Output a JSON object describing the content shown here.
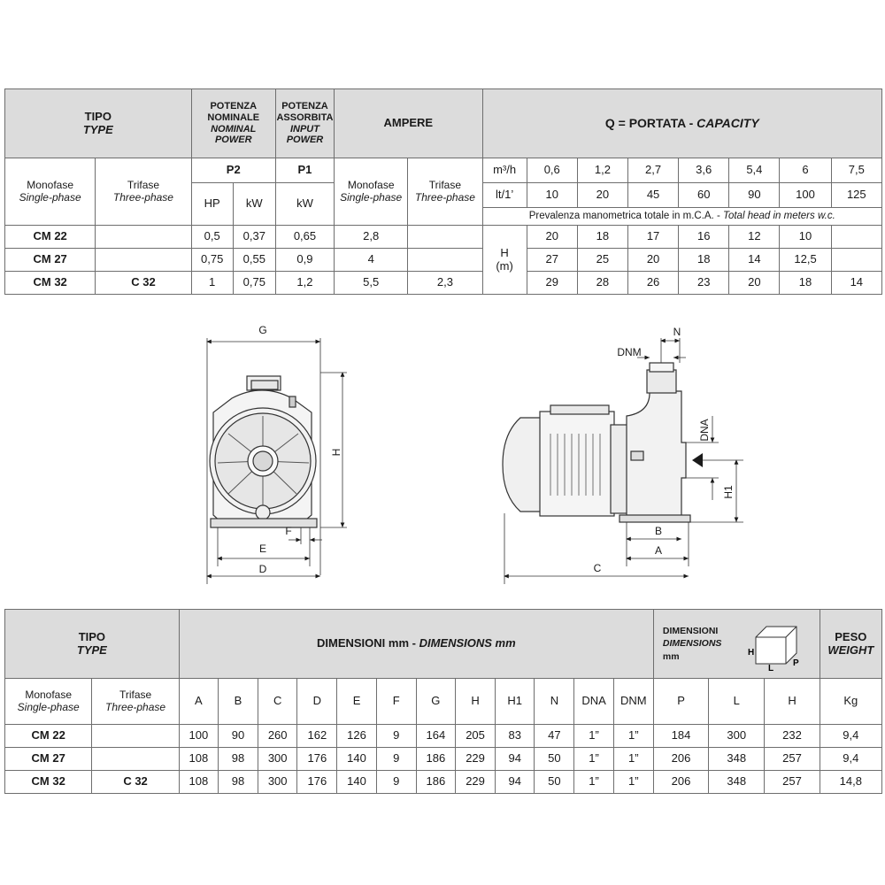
{
  "performance_table": {
    "tipo": "TIPO",
    "type": "TYPE",
    "potenza_nominale_1": "POTENZA",
    "potenza_nominale_2": "NOMINALE",
    "nominal_power": "NOMINAL POWER",
    "potenza_assorbita_1": "POTENZA",
    "potenza_assorbita_2": "ASSORBITA",
    "input_power_1": "INPUT",
    "input_power_2": "POWER",
    "ampere": "AMPERE",
    "capacity_prefix": "Q = PORTATA - ",
    "capacity_it": "CAPACITY",
    "monofase": "Monofase",
    "single_phase": "Single-phase",
    "trifase": "Trifase",
    "three_phase": "Three-phase",
    "p2": "P2",
    "p1": "P1",
    "hp": "HP",
    "kw": "kW",
    "m3h": "m³/h",
    "lt1": "lt/1’",
    "flow_m3h": [
      "0,6",
      "1,2",
      "2,7",
      "3,6",
      "5,4",
      "6",
      "7,5"
    ],
    "flow_lt": [
      "10",
      "20",
      "45",
      "60",
      "90",
      "100",
      "125"
    ],
    "head_note_prefix": "Prevalenza manometrica totale in m.C.A. - ",
    "head_note_it": "Total head in meters w.c.",
    "h_label": "H",
    "h_unit": "(m)",
    "rows": [
      {
        "mono": "CM 22",
        "tri": "",
        "hp": "0,5",
        "kw": "0,37",
        "p1": "0,65",
        "amp_mono": "2,8",
        "amp_tri": "",
        "head": [
          "20",
          "18",
          "17",
          "16",
          "12",
          "10",
          ""
        ]
      },
      {
        "mono": "CM 27",
        "tri": "",
        "hp": "0,75",
        "kw": "0,55",
        "p1": "0,9",
        "amp_mono": "4",
        "amp_tri": "",
        "head": [
          "27",
          "25",
          "20",
          "18",
          "14",
          "12,5",
          ""
        ]
      },
      {
        "mono": "CM 32",
        "tri": "C 32",
        "hp": "1",
        "kw": "0,75",
        "p1": "1,2",
        "amp_mono": "5,5",
        "amp_tri": "2,3",
        "head": [
          "29",
          "28",
          "26",
          "23",
          "20",
          "18",
          "14"
        ]
      }
    ]
  },
  "drawing_labels": {
    "G": "G",
    "H": "H",
    "F": "F",
    "E": "E",
    "D": "D",
    "N": "N",
    "DNM": "DNM",
    "DNA": "DNA",
    "H1": "H1",
    "B": "B",
    "A": "A",
    "C": "C"
  },
  "dimensions_table": {
    "tipo": "TIPO",
    "type": "TYPE",
    "dim_prefix": "DIMENSIONI mm - ",
    "dim_it": "DIMENSIONS mm",
    "pack_1": "DIMENSIONI",
    "pack_2": "DIMENSIONS",
    "pack_3": "mm",
    "box_h": "H",
    "box_l": "L",
    "box_p": "P",
    "peso": "PESO",
    "weight": "WEIGHT",
    "monofase": "Monofase",
    "single_phase": "Single-phase",
    "trifase": "Trifase",
    "three_phase": "Three-phase",
    "columns": [
      "A",
      "B",
      "C",
      "D",
      "E",
      "F",
      "G",
      "H",
      "H1",
      "N",
      "DNA",
      "DNM",
      "P",
      "L",
      "H",
      "Kg"
    ],
    "rows": [
      {
        "mono": "CM 22",
        "tri": "",
        "values": [
          "100",
          "90",
          "260",
          "162",
          "126",
          "9",
          "164",
          "205",
          "83",
          "47",
          "1”",
          "1”",
          "184",
          "300",
          "232",
          "9,4"
        ]
      },
      {
        "mono": "CM 27",
        "tri": "",
        "values": [
          "108",
          "98",
          "300",
          "176",
          "140",
          "9",
          "186",
          "229",
          "94",
          "50",
          "1”",
          "1”",
          "206",
          "348",
          "257",
          "9,4"
        ]
      },
      {
        "mono": "CM 32",
        "tri": "C 32",
        "values": [
          "108",
          "98",
          "300",
          "176",
          "140",
          "9",
          "186",
          "229",
          "94",
          "50",
          "1”",
          "1”",
          "206",
          "348",
          "257",
          "14,8"
        ]
      }
    ]
  }
}
